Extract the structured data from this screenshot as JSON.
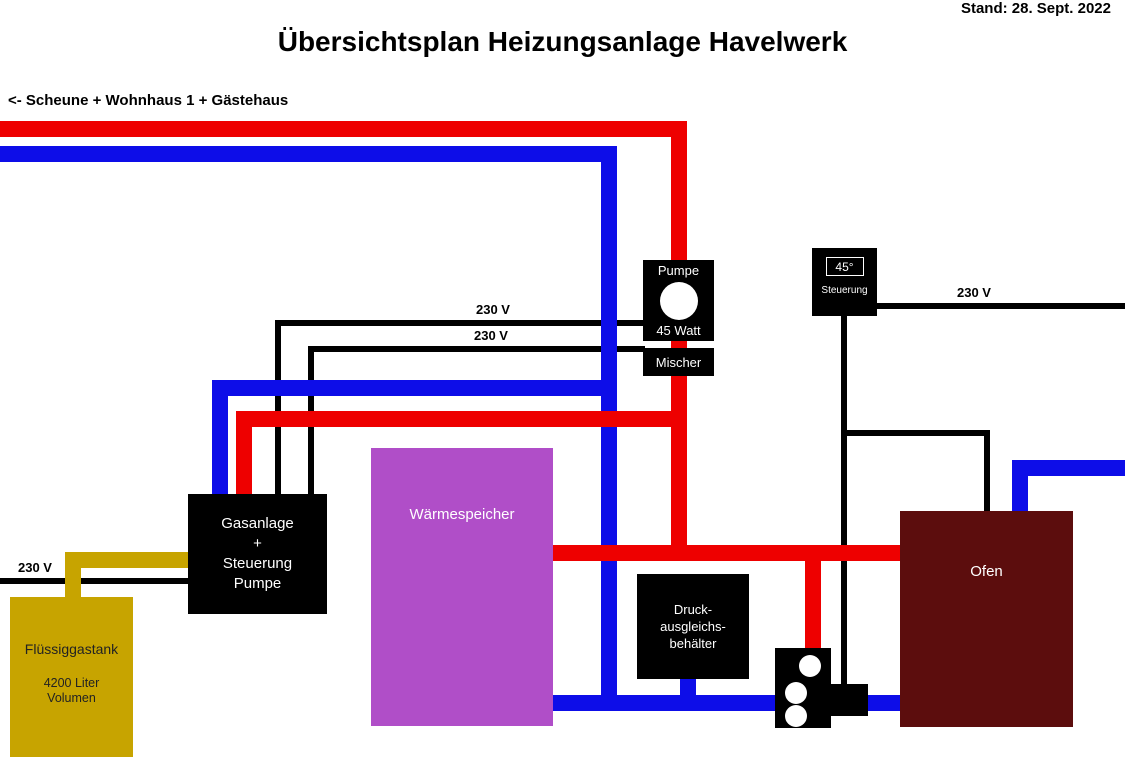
{
  "meta": {
    "stand": "Stand: 28. Sept. 2022",
    "title": "Übersichtsplan Heizungsanlage Havelwerk",
    "area_label": "<- Scheune + Wohnhaus 1 + Gästehaus"
  },
  "colors": {
    "red": "#ee0000",
    "blue": "#0d0de8",
    "yellow": "#c7a400",
    "purple": "#b04ec8",
    "maroon": "#5c0d0d",
    "black": "#000000"
  },
  "labels": {
    "v230_pumpe": "230 V",
    "v230_mischer": "230 V",
    "v230_steuerung": "230 V",
    "v230_gasanlage": "230 V"
  },
  "components": {
    "pumpe": {
      "title": "Pumpe",
      "watt": "45 Watt"
    },
    "mischer": {
      "label": "Mischer"
    },
    "steuerung": {
      "temp": "45°",
      "label": "Steuerung"
    },
    "gasanlage": {
      "lines": [
        "Gasanlage",
        "+",
        "Steuerung",
        "Pumpe"
      ]
    },
    "waermespeicher": {
      "label": "Wärmespeicher"
    },
    "druckausgleich": {
      "lines": [
        "Druck-",
        "ausgleichs-",
        "behälter"
      ]
    },
    "ofen": {
      "label": "Ofen"
    },
    "tank": {
      "label": "Flüssiggastank",
      "line2": "4200 Liter",
      "line3": "Volumen"
    }
  }
}
